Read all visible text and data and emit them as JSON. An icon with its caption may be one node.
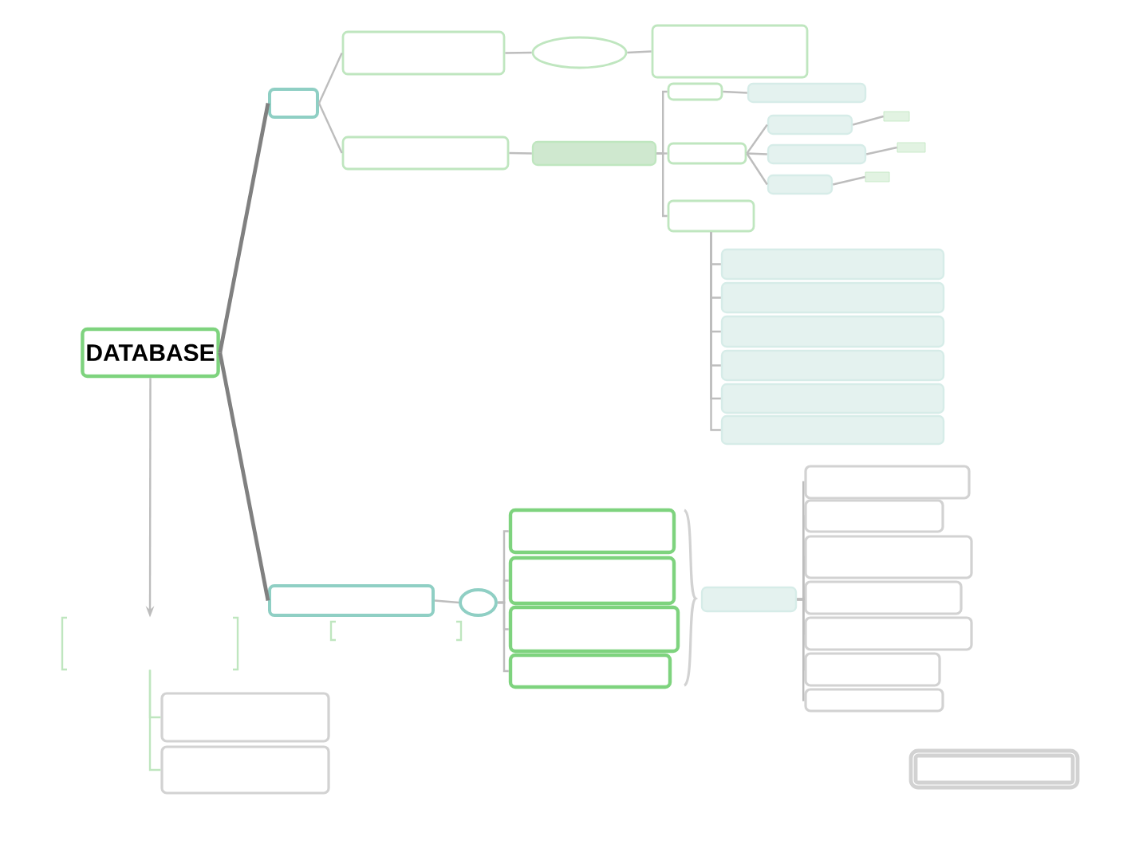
{
  "diagram": {
    "nodes": [
      {
        "text": [
          "DATABASE"
        ]
      },
      {
        "text": [],
        "shape": "box"
      },
      {
        "text": [],
        "shape": "box"
      },
      {
        "text": [],
        "shape": "ellipse"
      },
      {
        "text": [],
        "shape": "box"
      },
      {
        "text": [],
        "shape": "box"
      },
      {
        "text": [],
        "shape": "box"
      },
      {
        "text": [],
        "shape": "box"
      },
      {
        "text": [],
        "shape": "box"
      },
      {
        "text": [],
        "shape": "box"
      },
      {
        "text": [],
        "shape": "box"
      },
      {
        "text": [],
        "shape": "box"
      },
      {
        "text": [],
        "shape": "box"
      },
      {
        "text": [],
        "shape": "box"
      },
      {
        "text": [],
        "shape": "box"
      },
      {
        "text": [],
        "shape": "box"
      },
      {
        "text": [],
        "shape": "box"
      },
      {
        "text": [],
        "shape": "box"
      },
      {
        "text": [],
        "shape": "box"
      },
      {
        "text": [],
        "shape": "box"
      },
      {
        "text": [],
        "shape": "box"
      },
      {
        "text": [],
        "shape": "box"
      },
      {
        "text": [],
        "shape": "box"
      },
      {
        "text": [],
        "shape": "box"
      },
      {
        "text": [],
        "shape": "bracket"
      },
      {
        "text": [],
        "shape": "ellipse"
      },
      {
        "text": [],
        "shape": "box"
      },
      {
        "text": [],
        "shape": "box"
      },
      {
        "text": [],
        "shape": "box"
      },
      {
        "text": [],
        "shape": "box"
      },
      {
        "text": [],
        "shape": "box"
      },
      {
        "text": [],
        "shape": "box"
      },
      {
        "text": [],
        "shape": "box"
      },
      {
        "text": [],
        "shape": "box"
      },
      {
        "text": [],
        "shape": "box"
      },
      {
        "text": [],
        "shape": "box"
      },
      {
        "text": [],
        "shape": "box"
      },
      {
        "text": [],
        "shape": "box"
      },
      {
        "text": [],
        "shape": "box"
      },
      {
        "text": [],
        "shape": "bracket"
      },
      {
        "text": [],
        "shape": "box"
      },
      {
        "text": [],
        "shape": "box"
      }
    ],
    "edges": [
      {
        "from": 0,
        "to": 1,
        "arrow": "none",
        "style": "thick"
      },
      {
        "from": 0,
        "to": 23,
        "arrow": "none",
        "style": "thick"
      },
      {
        "from": 0,
        "to": 24,
        "arrow": "to"
      },
      {
        "from": 1,
        "to": 2,
        "arrow": "none"
      },
      {
        "from": 1,
        "to": 5,
        "arrow": "none"
      },
      {
        "from": 2,
        "to": 3,
        "arrow": "none"
      },
      {
        "from": 3,
        "to": 4,
        "arrow": "none"
      },
      {
        "from": 5,
        "to": 6,
        "arrow": "none"
      },
      {
        "from": 6,
        "to": 7,
        "arrow": "none"
      },
      {
        "from": 6,
        "to": 9,
        "arrow": "none"
      },
      {
        "from": 6,
        "to": 16,
        "arrow": "none"
      },
      {
        "from": 7,
        "to": 8,
        "arrow": "none"
      },
      {
        "from": 9,
        "to": 10,
        "arrow": "none"
      },
      {
        "from": 9,
        "to": 11,
        "arrow": "none"
      },
      {
        "from": 9,
        "to": 12,
        "arrow": "none"
      },
      {
        "from": 10,
        "to": 13,
        "arrow": "none"
      },
      {
        "from": 11,
        "to": 14,
        "arrow": "none"
      },
      {
        "from": 12,
        "to": 15,
        "arrow": "none"
      },
      {
        "from": 16,
        "to": 17,
        "arrow": "none"
      },
      {
        "from": 16,
        "to": 18,
        "arrow": "none"
      },
      {
        "from": 16,
        "to": 19,
        "arrow": "none"
      },
      {
        "from": 16,
        "to": 20,
        "arrow": "none"
      },
      {
        "from": 16,
        "to": 21,
        "arrow": "none"
      },
      {
        "from": 16,
        "to": 22,
        "arrow": "none"
      },
      {
        "from": 23,
        "to": 25,
        "arrow": "none"
      },
      {
        "from": 25,
        "to": 26,
        "arrow": "none"
      },
      {
        "from": 25,
        "to": 27,
        "arrow": "none"
      },
      {
        "from": 25,
        "to": 28,
        "arrow": "none"
      },
      {
        "from": 25,
        "to": 29,
        "arrow": "none"
      },
      {
        "from": 30,
        "to": 31,
        "arrow": "none"
      },
      {
        "from": 30,
        "to": 32,
        "arrow": "none"
      },
      {
        "from": 30,
        "to": 33,
        "arrow": "none"
      },
      {
        "from": 30,
        "to": 34,
        "arrow": "none"
      },
      {
        "from": 30,
        "to": 35,
        "arrow": "none"
      },
      {
        "from": 30,
        "to": 36,
        "arrow": "none"
      },
      {
        "from": 30,
        "to": 37,
        "arrow": "none"
      },
      {
        "from": 24,
        "to": 40,
        "arrow": "none",
        "color": "#bfe6bf"
      },
      {
        "from": 24,
        "to": 41,
        "arrow": "none",
        "color": "#bfe6bf"
      }
    ]
  }
}
